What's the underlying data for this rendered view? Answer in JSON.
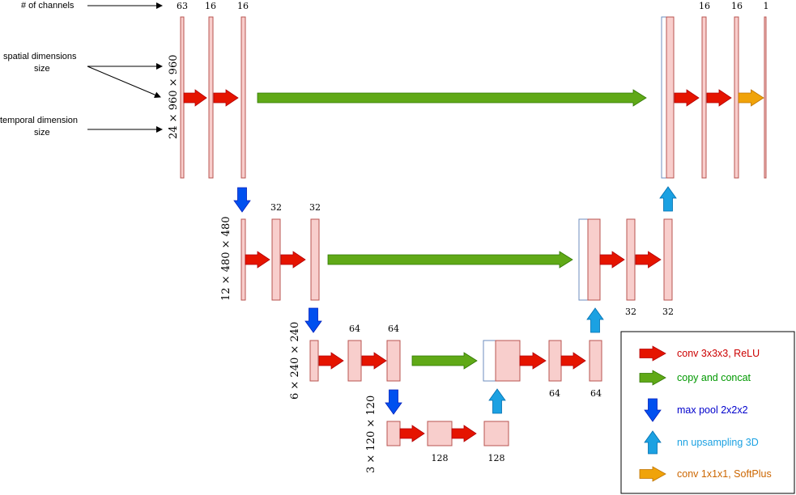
{
  "annotations": {
    "channels": "# of channels",
    "spatial_line1": "spatial dimensions",
    "spatial_line2": "size",
    "temporal_line1": "temporal dimension",
    "temporal_line2": "size"
  },
  "levels": [
    {
      "dim": "24 × 960 × 960",
      "channels": [
        "63",
        "16",
        "16"
      ],
      "decoder_channels": [
        "16",
        "16",
        "1"
      ]
    },
    {
      "dim": "12 × 480 × 480",
      "channels": [
        "32",
        "32"
      ],
      "decoder_channels": [
        "32",
        "32"
      ]
    },
    {
      "dim": "6 × 240 × 240",
      "channels": [
        "64",
        "64"
      ],
      "decoder_channels": [
        "64",
        "64"
      ]
    },
    {
      "dim": "3 × 120 × 120",
      "channels": [
        "128",
        "128"
      ]
    }
  ],
  "legend": {
    "items": [
      {
        "label": "conv 3x3x3, ReLU",
        "color": "#cc0000",
        "arrow": "right",
        "fill": "#e51400"
      },
      {
        "label": "copy and concat",
        "color": "#009900",
        "arrow": "right",
        "fill": "#60a917"
      },
      {
        "label": "max pool 2x2x2",
        "color": "#0000cc",
        "arrow": "down",
        "fill": "#0050ef"
      },
      {
        "label": "nn upsampling 3D",
        "color": "#1ba1e2",
        "arrow": "up",
        "fill": "#1ba1e2"
      },
      {
        "label": "conv 1x1x1, SoftPlus",
        "color": "#cc6600",
        "arrow": "right",
        "fill": "#f0a30a"
      }
    ]
  },
  "colors": {
    "conv_arrow": "#e51400",
    "copy_arrow": "#60a917",
    "pool_arrow": "#0050ef",
    "up_arrow": "#1ba1e2",
    "final_arrow": "#f0a30a",
    "block_fill": "#f8cecc",
    "block_stroke": "#b85450"
  }
}
